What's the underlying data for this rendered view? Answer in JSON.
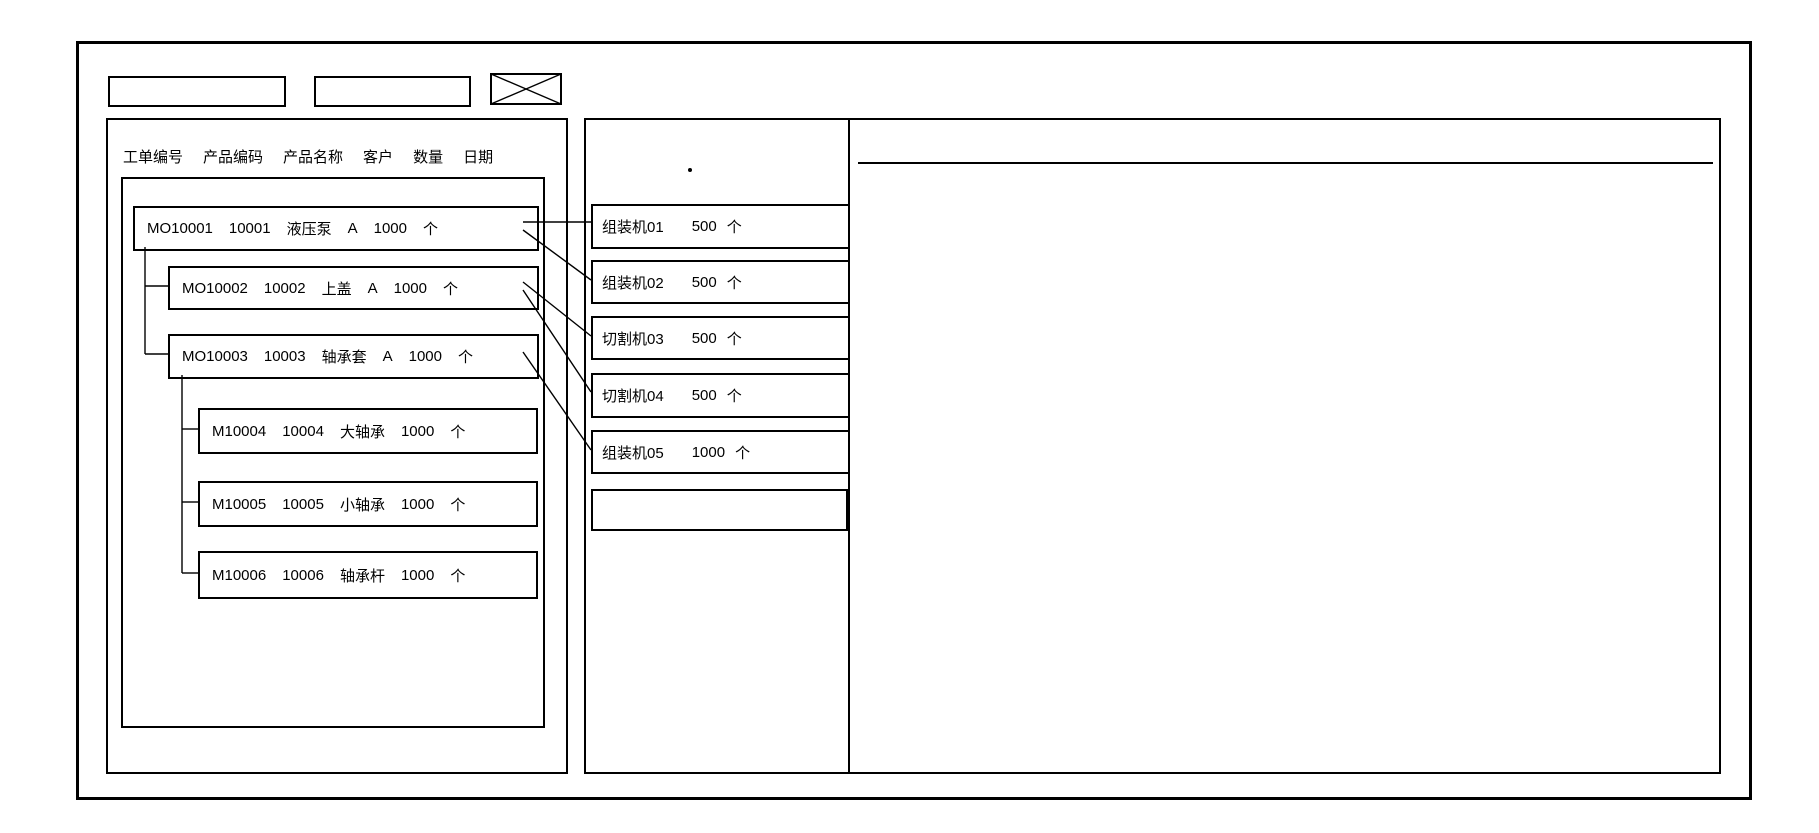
{
  "colors": {
    "line": "#000000",
    "background": "#ffffff"
  },
  "toolbar": {
    "field1_value": "",
    "field1_placeholder": "",
    "field2_value": "",
    "field2_placeholder": ""
  },
  "orders_panel": {
    "columns": [
      "工单编号",
      "产品编码",
      "产品名称",
      "客户",
      "数量",
      "日期"
    ],
    "orders": [
      {
        "id": "MO10001",
        "code": "10001",
        "name": "液压泵",
        "customer": "A",
        "qty": "1000",
        "unit": "个"
      },
      {
        "id": "MO10002",
        "code": "10002",
        "name": "上盖",
        "customer": "A",
        "qty": "1000",
        "unit": "个"
      },
      {
        "id": "MO10003",
        "code": "10003",
        "name": "轴承套",
        "customer": "A",
        "qty": "1000",
        "unit": "个"
      },
      {
        "id": "M10004",
        "code": "10004",
        "name": "大轴承",
        "customer": "",
        "qty": "1000",
        "unit": "个"
      },
      {
        "id": "M10005",
        "code": "10005",
        "name": "小轴承",
        "customer": "",
        "qty": "1000",
        "unit": "个"
      },
      {
        "id": "M10006",
        "code": "10006",
        "name": "轴承杆",
        "customer": "",
        "qty": "1000",
        "unit": "个"
      }
    ]
  },
  "machines_panel": {
    "items": [
      {
        "name": "组装机01",
        "qty": "500",
        "unit": "个"
      },
      {
        "name": "组装机02",
        "qty": "500",
        "unit": "个"
      },
      {
        "name": "切割机03",
        "qty": "500",
        "unit": "个"
      },
      {
        "name": "切割机04",
        "qty": "500",
        "unit": "个"
      },
      {
        "name": "组装机05",
        "qty": "1000",
        "unit": "个"
      },
      {
        "name": "",
        "qty": "",
        "unit": ""
      }
    ]
  }
}
